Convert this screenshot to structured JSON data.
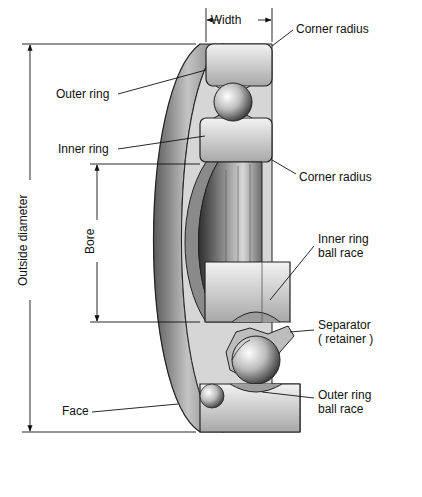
{
  "diagram": {
    "labels": [
      "Width",
      "Corner radius",
      "Outer ring",
      "Inner ring",
      "Corner radius",
      "Outside diameter",
      "Bore",
      "Inner ring ball race",
      "Separator ( retainer )",
      "Outer ring ball race",
      "Face"
    ]
  }
}
